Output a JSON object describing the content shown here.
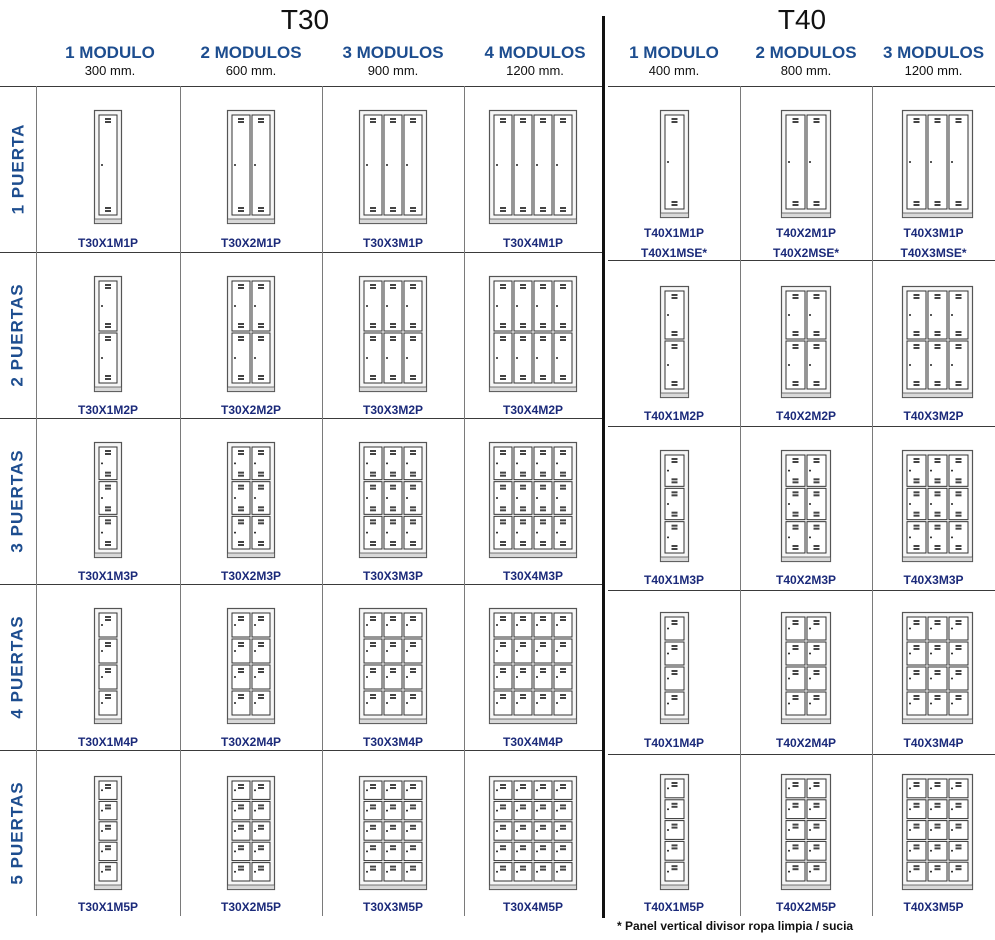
{
  "t30": {
    "title": "T30",
    "columns": [
      {
        "label": "1 MODULO",
        "size": "300 mm.",
        "modules": 1
      },
      {
        "label": "2 MODULOS",
        "size": "600 mm.",
        "modules": 2
      },
      {
        "label": "3 MODULOS",
        "size": "900 mm.",
        "modules": 3
      },
      {
        "label": "4 MODULOS",
        "size": "1200 mm.",
        "modules": 4
      }
    ],
    "rows": [
      {
        "label": "1 PUERTA",
        "doors": 1,
        "codes": [
          "T30X1M1P",
          "T30X2M1P",
          "T30X3M1P",
          "T30X4M1P"
        ]
      },
      {
        "label": "2 PUERTAS",
        "doors": 2,
        "codes": [
          "T30X1M2P",
          "T30X2M2P",
          "T30X3M2P",
          "T30X4M2P"
        ]
      },
      {
        "label": "3 PUERTAS",
        "doors": 3,
        "codes": [
          "T30X1M3P",
          "T30X2M3P",
          "T30X3M3P",
          "T30X4M3P"
        ]
      },
      {
        "label": "4 PUERTAS",
        "doors": 4,
        "codes": [
          "T30X1M4P",
          "T30X2M4P",
          "T30X3M4P",
          "T30X4M4P"
        ]
      },
      {
        "label": "5 PUERTAS",
        "doors": 5,
        "codes": [
          "T30X1M5P",
          "T30X2M5P",
          "T30X3M5P",
          "T30X4M5P"
        ]
      }
    ]
  },
  "t40": {
    "title": "T40",
    "columns": [
      {
        "label": "1 MODULO",
        "size": "400 mm.",
        "modules": 1
      },
      {
        "label": "2 MODULOS",
        "size": "800 mm.",
        "modules": 2
      },
      {
        "label": "3 MODULOS",
        "size": "1200 mm.",
        "modules": 3
      }
    ],
    "rows": [
      {
        "doors": 1,
        "codes": [
          "T40X1M1P",
          "T40X2M1P",
          "T40X3M1P"
        ],
        "extra_codes": [
          "T40X1MSE*",
          "T40X2MSE*",
          "T40X3MSE*"
        ]
      },
      {
        "doors": 2,
        "codes": [
          "T40X1M2P",
          "T40X2M2P",
          "T40X3M2P"
        ]
      },
      {
        "doors": 3,
        "codes": [
          "T40X1M3P",
          "T40X2M3P",
          "T40X3M3P"
        ]
      },
      {
        "doors": 4,
        "codes": [
          "T40X1M4P",
          "T40X2M4P",
          "T40X3M4P"
        ]
      },
      {
        "doors": 5,
        "codes": [
          "T40X1M5P",
          "T40X2M5P",
          "T40X3M5P"
        ]
      }
    ],
    "footnote": "* Panel vertical divisor ropa limpia / sucia"
  },
  "colors": {
    "heading_blue": "#1d4d8f",
    "code_navy": "#1b2a7a",
    "line": "#3a3a3a"
  }
}
